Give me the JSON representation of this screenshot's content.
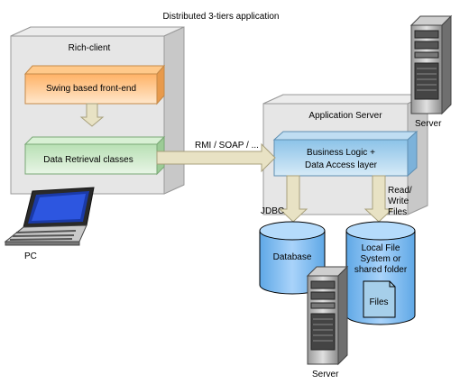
{
  "title": "Distributed 3-tiers application",
  "rich_client": {
    "label": "Rich-client",
    "frontend": "Swing based front-end",
    "data_retrieval": "Data Retrieval classes"
  },
  "app_server": {
    "label": "Application Server",
    "business_logic_line1": "Business Logic +",
    "business_logic_line2": "Data Access layer"
  },
  "connectors": {
    "rmi": "RMI / SOAP / ...",
    "jdbc": "JDBC",
    "rw_line1": "Read/",
    "rw_line2": "Write",
    "rw_line3": "Files"
  },
  "database": {
    "label": "Database"
  },
  "filesystem": {
    "line1": "Local File",
    "line2": "System or",
    "line3": "shared folder",
    "files": "Files"
  },
  "labels": {
    "pc": "PC",
    "server_top": "Server",
    "server_bottom": "Server"
  },
  "colors": {
    "orange_box": "#FFB266",
    "green_box": "#CCEBC9",
    "blue_box": "#A6CFEA",
    "container": "#E8E8E8",
    "arrow": "#E8E2C4",
    "cylinder": "#99CCFF"
  },
  "icons": {
    "pc": "laptop-icon",
    "server": "server-tower-icon",
    "files": "document-icon"
  }
}
